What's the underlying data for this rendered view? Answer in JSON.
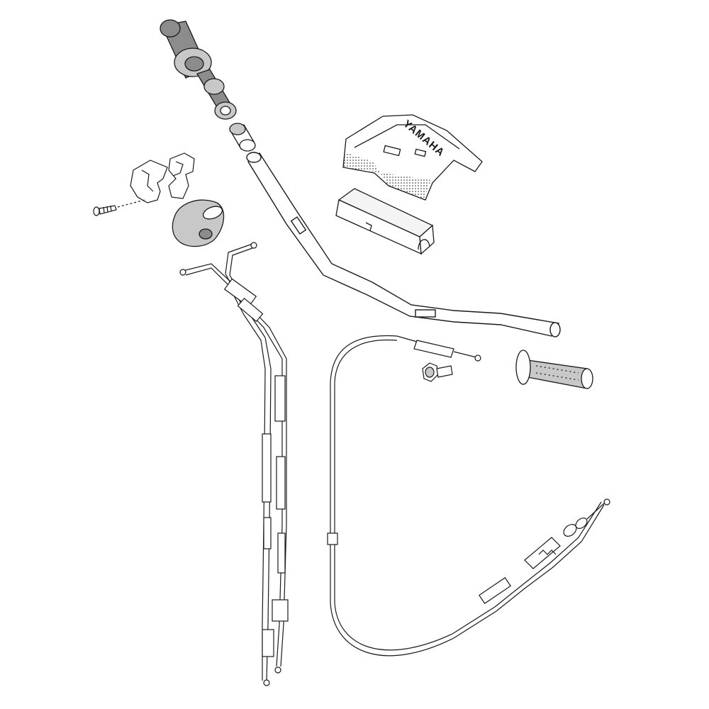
{
  "diagram": {
    "background": "#ffffff",
    "line_color": "#1a1a1a",
    "grip_dark": "#8c8c8c",
    "grip_light": "#c8c8c8",
    "pad_fill": "#f4f4f4",
    "cover_logo": "YAMAHA"
  },
  "parts": [
    {
      "id": "throttle-grip",
      "icon": "rubber-grip-icon"
    },
    {
      "id": "throttle-collar",
      "icon": "collar-icon"
    },
    {
      "id": "handlebar",
      "icon": "handlebar-icon"
    },
    {
      "id": "handlebar-cover",
      "icon": "cover-icon"
    },
    {
      "id": "handlebar-pad",
      "icon": "foam-pad-icon"
    },
    {
      "id": "throttle-housing",
      "icon": "housing-icon"
    },
    {
      "id": "housing-screw",
      "icon": "screw-icon"
    },
    {
      "id": "housing-cap",
      "icon": "cap-icon"
    },
    {
      "id": "throttle-cables",
      "icon": "cable-icon"
    },
    {
      "id": "hot-start-cable",
      "icon": "cable-icon"
    },
    {
      "id": "cable-adjuster",
      "icon": "adjuster-icon"
    },
    {
      "id": "left-grip",
      "icon": "rubber-grip-icon"
    },
    {
      "id": "clutch-cable",
      "icon": "cable-icon"
    }
  ]
}
